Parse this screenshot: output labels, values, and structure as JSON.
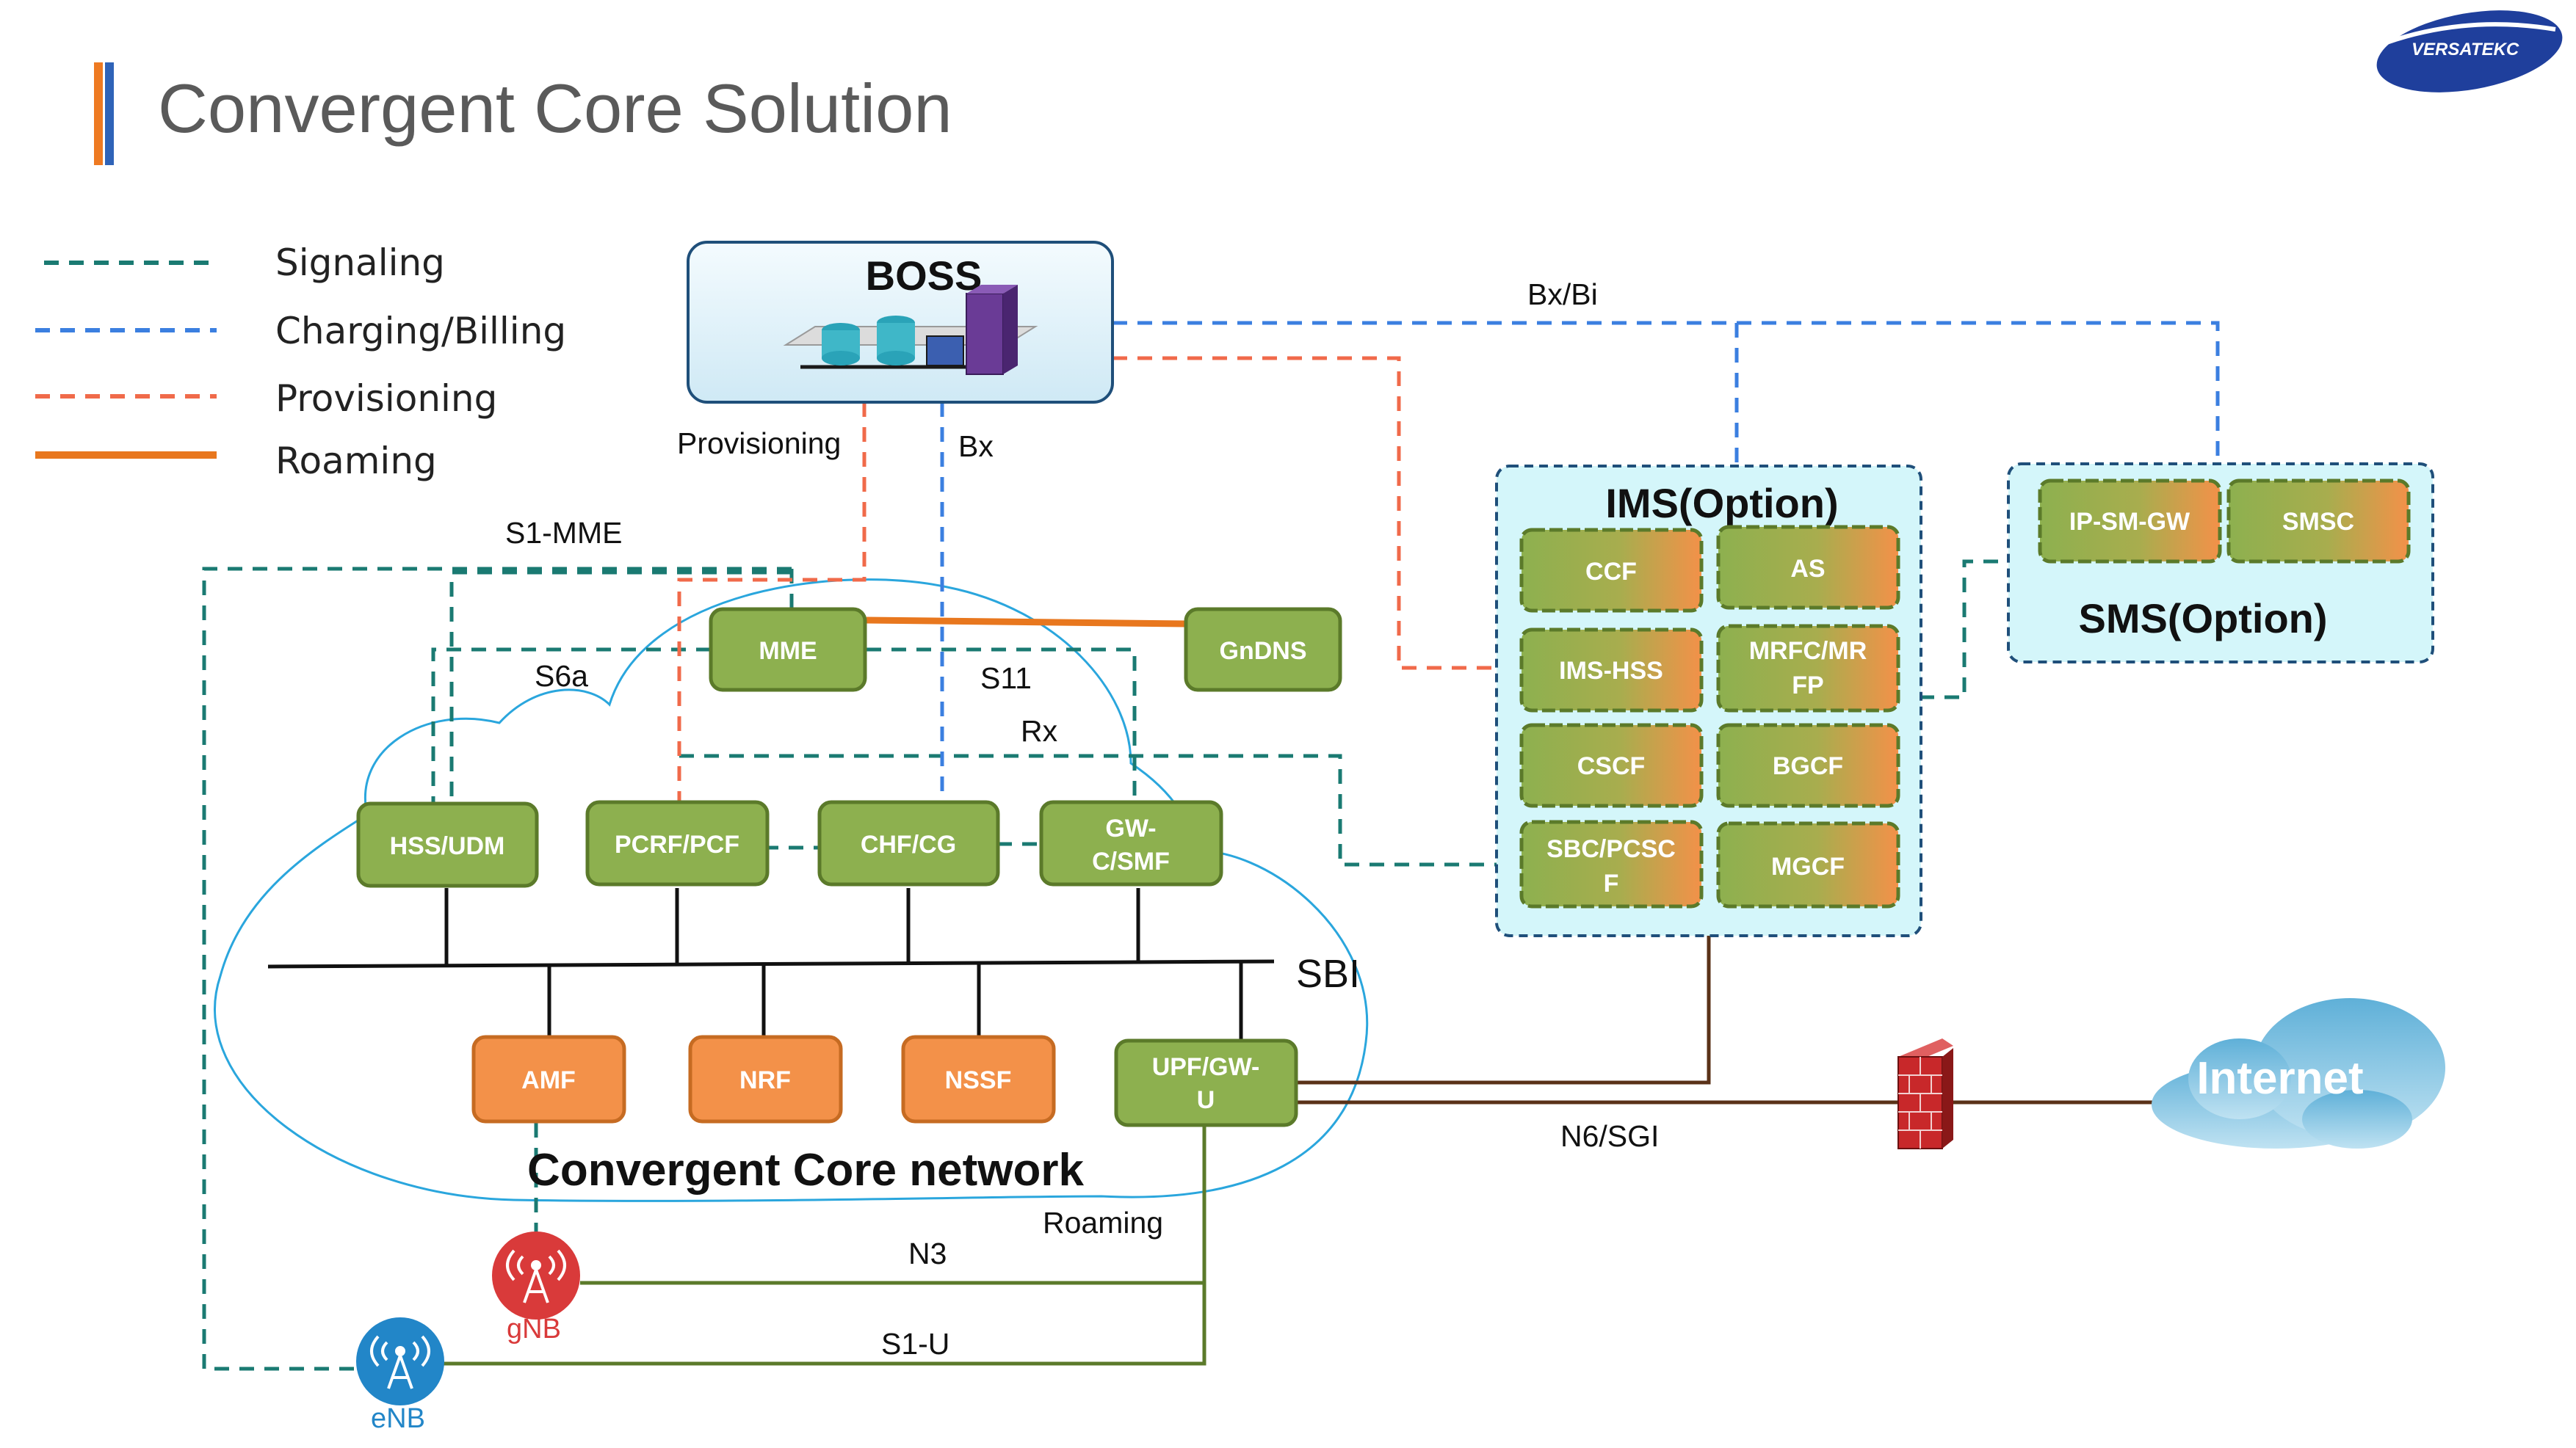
{
  "title": "Convergent Core Solution",
  "logo": {
    "text": "VERSATEKC",
    "color": "#1f3f9c"
  },
  "legend": [
    {
      "label": "Signaling",
      "color": "#1a7a72",
      "style": "dashed"
    },
    {
      "label": "Charging/Billing",
      "color": "#3b7fe0",
      "style": "dashed"
    },
    {
      "label": "Provisioning",
      "color": "#f06a4a",
      "style": "dashed"
    },
    {
      "label": "Roaming",
      "color": "#e8771e",
      "style": "solid"
    }
  ],
  "boss": {
    "title": "BOSS"
  },
  "interface_labels": {
    "provisioning": "Provisioning",
    "bx": "Bx",
    "bxbi": "Bx/Bi",
    "s1mme": "S1-MME",
    "s6a": "S6a",
    "s11": "S11",
    "rx": "Rx",
    "sbi": "SBI",
    "roaming": "Roaming",
    "n3": "N3",
    "s1u": "S1-U",
    "n6sgi": "N6/SGI"
  },
  "core": {
    "title": "Convergent Core network",
    "nodes": {
      "mme": "MME",
      "gndns": "GnDNS",
      "hss_udm": "HSS/UDM",
      "pcrf_pcf": "PCRF/PCF",
      "chf_cg": "CHF/CG",
      "gw_smf": [
        "GW-",
        "C/SMF"
      ],
      "amf": "AMF",
      "nrf": "NRF",
      "nssf": "NSSF",
      "upf": [
        "UPF/GW-",
        "U"
      ]
    }
  },
  "ims": {
    "title": "IMS(Option)",
    "nodes": {
      "ccf": [
        "CCF"
      ],
      "as": [
        "AS"
      ],
      "ims_hss": [
        "IMS-HSS"
      ],
      "mrfc": [
        "MRFC/MR",
        "FP"
      ],
      "cscf": [
        "CSCF"
      ],
      "bgcf": [
        "BGCF"
      ],
      "sbc": [
        "SBC/PCSC",
        "F"
      ],
      "mgcf": [
        "MGCF"
      ]
    }
  },
  "sms": {
    "title": "SMS(Option)",
    "nodes": {
      "ipsmgw": "IP-SM-GW",
      "smsc": "SMSC"
    }
  },
  "ran": {
    "gnb": "gNB",
    "enb": "eNB"
  },
  "internet": {
    "label": "Internet"
  },
  "colors": {
    "signaling": "#1a7a72",
    "charging": "#3b7fe0",
    "provisioning": "#f06a4a",
    "roaming": "#e8771e",
    "user_plane_olive": "#5b7a2a",
    "user_plane_brown": "#5a3218",
    "green_node": "#8db04f",
    "orange_node": "#f39149",
    "cloud_outline": "#2aa6dd",
    "panel_fill": "#d4f6fa",
    "title_bar_orange": "#ee7a22",
    "title_bar_blue": "#2f63b8"
  }
}
